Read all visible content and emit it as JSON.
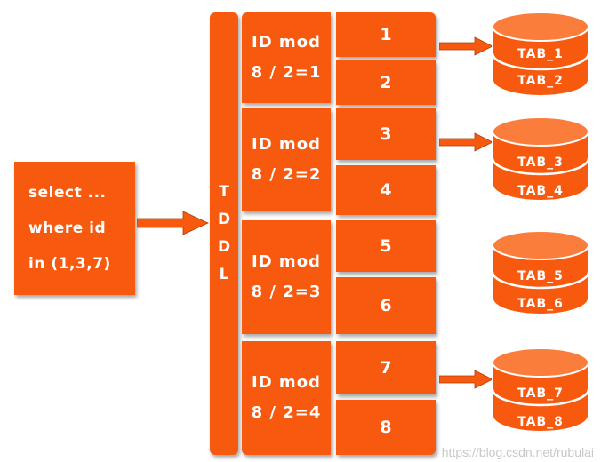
{
  "query": {
    "lines": [
      "select ...",
      "where id",
      "in (1,3,7)"
    ]
  },
  "tddl": {
    "letters": [
      "T",
      "D",
      "D",
      "L"
    ]
  },
  "groups": [
    {
      "line1": "ID mod",
      "line2": "8 / 2=1",
      "items": [
        "1",
        "2"
      ]
    },
    {
      "line1": "ID mod",
      "line2": "8 / 2=2",
      "items": [
        "3",
        "4"
      ]
    },
    {
      "line1": "ID mod",
      "line2": "8 / 2=3",
      "items": [
        "5",
        "6"
      ]
    },
    {
      "line1": "ID mod",
      "line2": "8 / 2=4",
      "items": [
        "7",
        "8"
      ]
    }
  ],
  "databases": [
    {
      "tables": [
        "TAB_1",
        "TAB_2"
      ]
    },
    {
      "tables": [
        "TAB_3",
        "TAB_4"
      ]
    },
    {
      "tables": [
        "TAB_5",
        "TAB_6"
      ]
    },
    {
      "tables": [
        "TAB_7",
        "TAB_8"
      ]
    }
  ],
  "watermark": "https://blog.csdn.net/rubulai",
  "colors": {
    "box": "#f75a0f",
    "db_top": "#fb7d3c",
    "text": "#ffffff"
  }
}
